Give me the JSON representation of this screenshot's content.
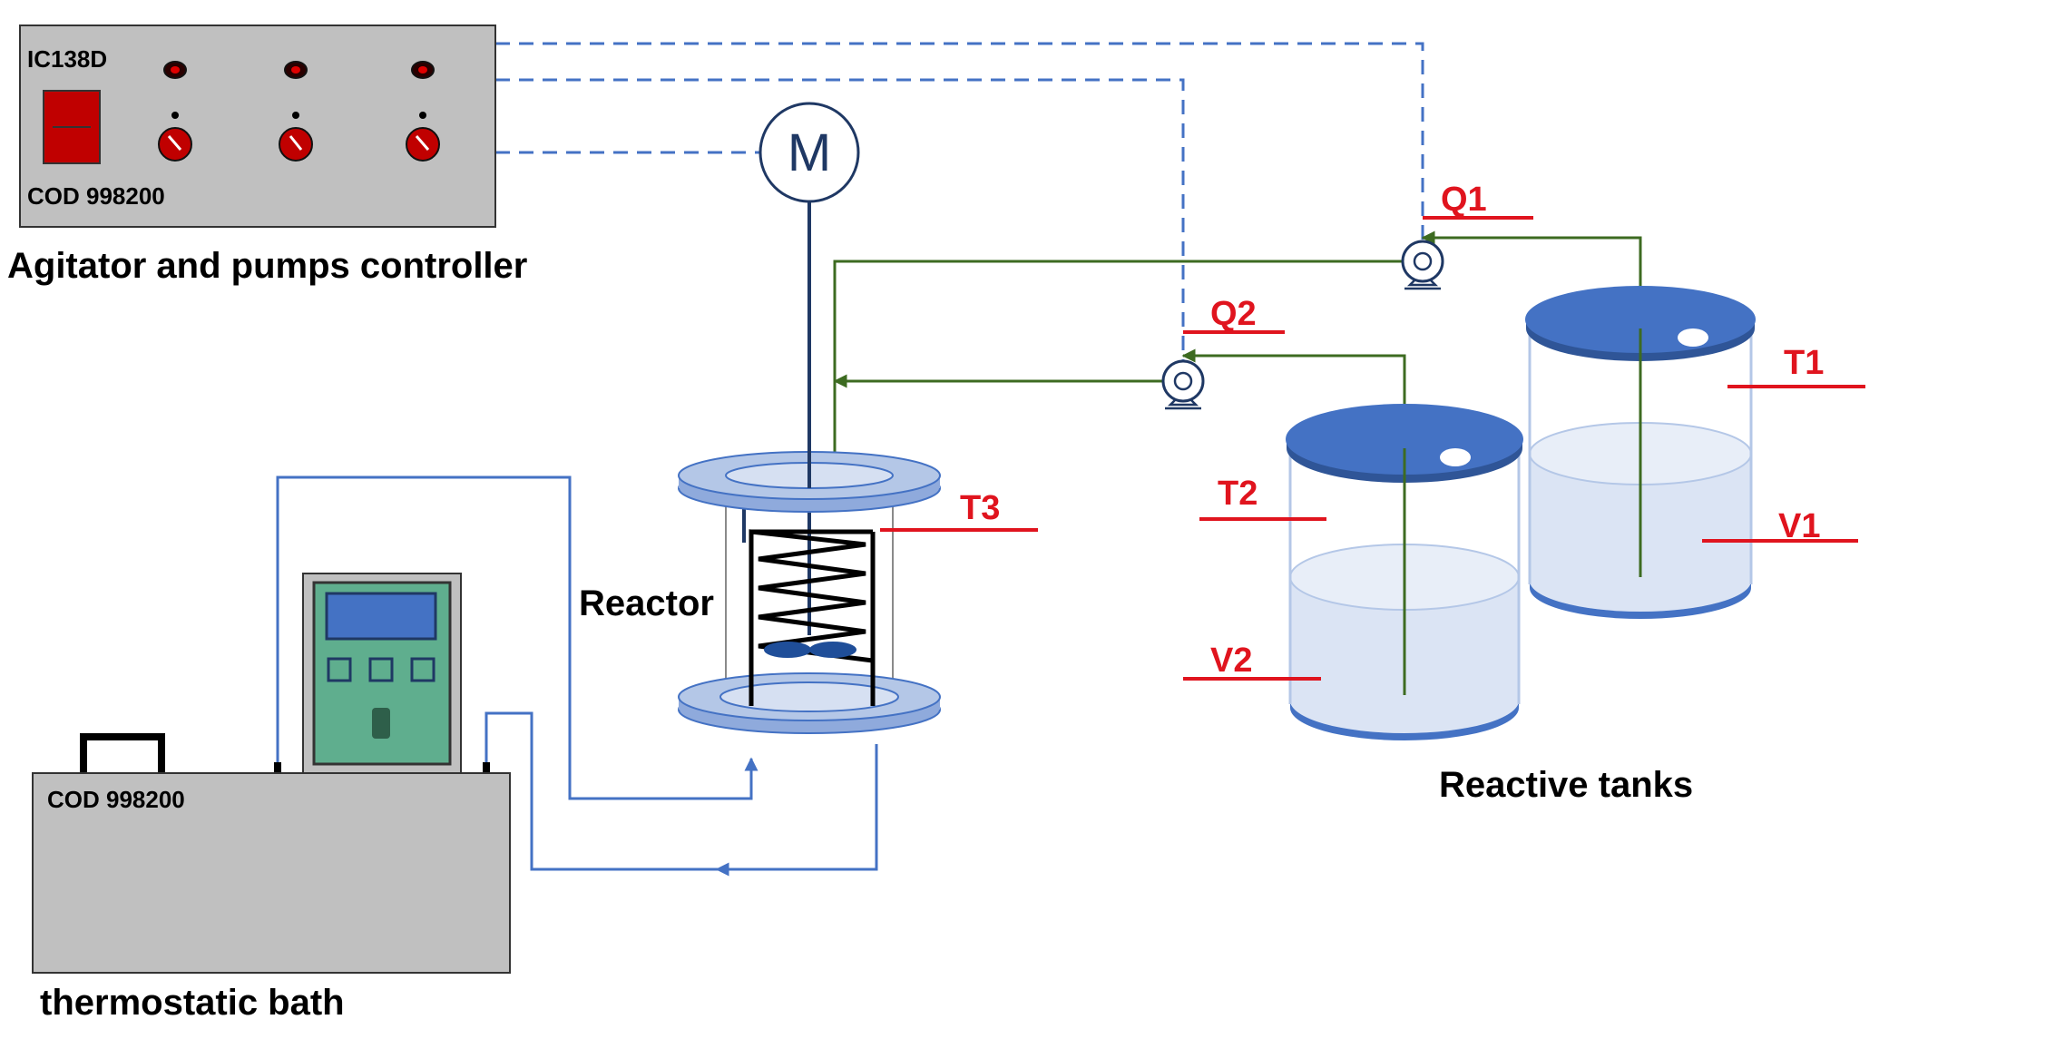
{
  "controller": {
    "model": "IC138D",
    "code": "COD 998200",
    "caption": "Agitator and pumps controller"
  },
  "motor": {
    "symbol": "M"
  },
  "bath": {
    "code": "COD 998200",
    "caption": "thermostatic bath"
  },
  "reactor": {
    "caption": "Reactor"
  },
  "tanks": {
    "caption": "Reactive tanks"
  },
  "tags": {
    "q1": "Q1",
    "q2": "Q2",
    "t1": "T1",
    "t2": "T2",
    "t3": "T3",
    "v1": "V1",
    "v2": "V2"
  },
  "colors": {
    "signal_line": "#4472c4",
    "feed_line": "#3d6b21",
    "tag_red": "#e0141e",
    "tank_lid": "#4472c4",
    "liquid": "#dbe4f4",
    "controller_body": "#c0c0c0",
    "bath_display": "#5fae8e"
  }
}
